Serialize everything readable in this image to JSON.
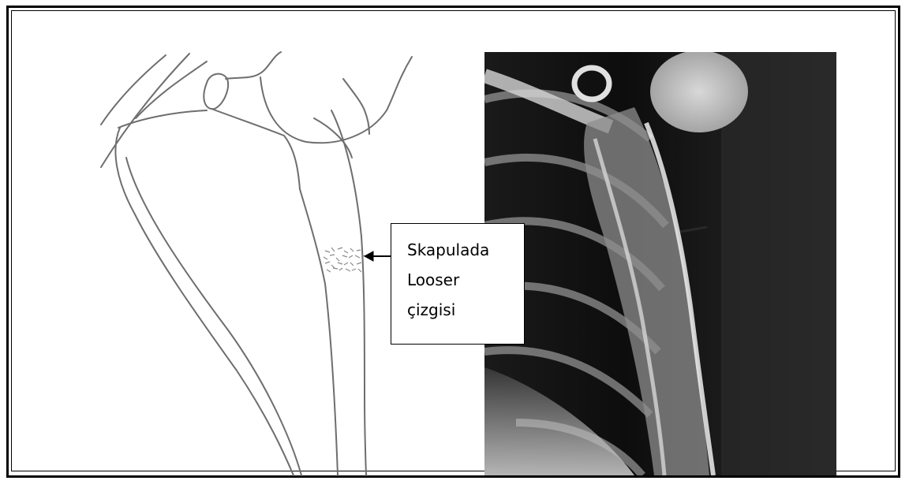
{
  "annotation": {
    "lines": [
      "Skapulada",
      "Looser",
      "çizgisi"
    ]
  },
  "colors": {
    "frame": "#000000",
    "drawing_stroke": "#6e6e6e",
    "xray_dark": "#0d0d0d",
    "xray_bone": "#cfcfcf"
  },
  "panels": {
    "left": "line-drawing-scapula",
    "right": "radiograph-shoulder"
  }
}
